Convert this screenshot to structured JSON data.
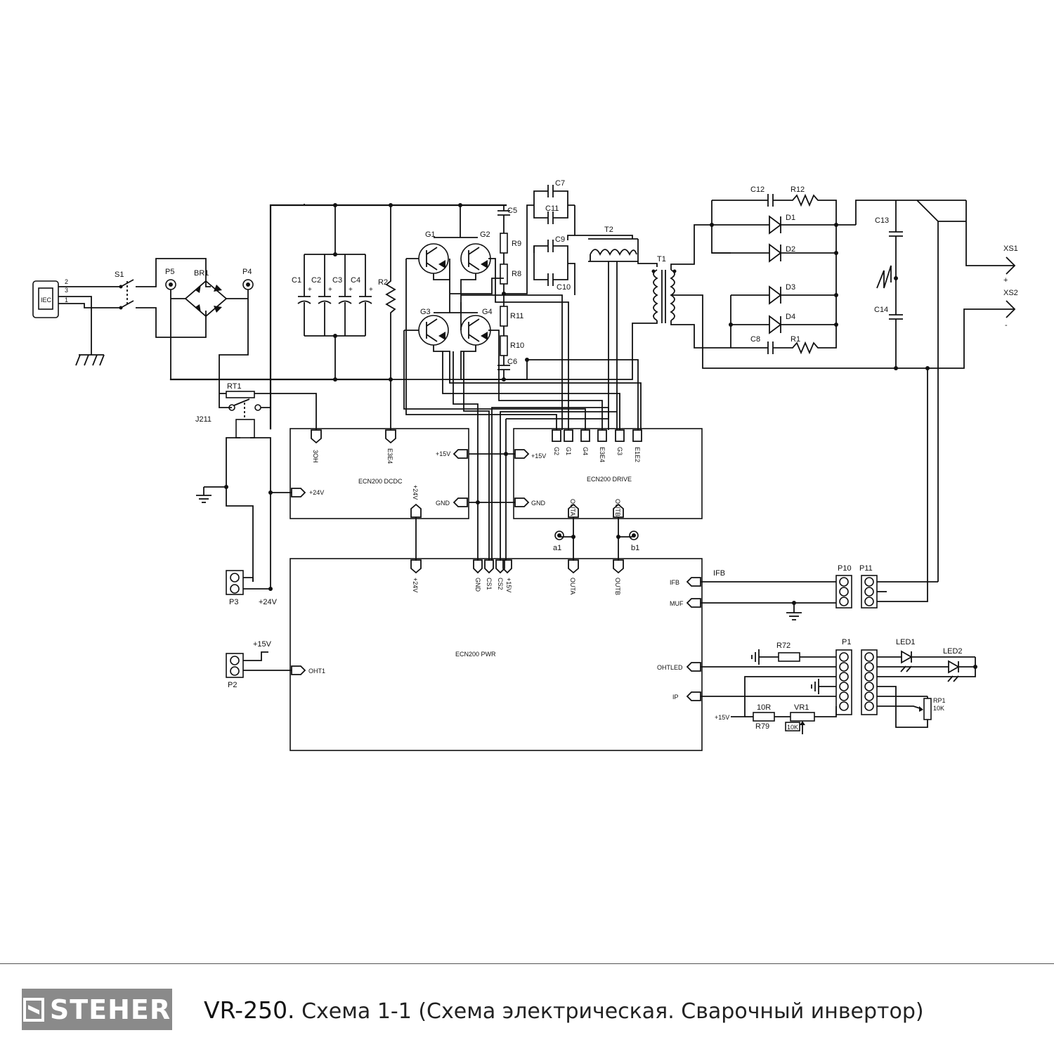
{
  "diagram": {
    "labels": {
      "S1": "S1",
      "P5": "P5",
      "BR1": "BR1",
      "P4": "P4",
      "pin1": "1",
      "pin2": "2",
      "pin3": "3",
      "C1": "C1",
      "C2": "C2",
      "C3": "C3",
      "C4": "C4",
      "R2": "R2",
      "G1": "G1",
      "G2": "G2",
      "G3": "G3",
      "G4": "G4",
      "C5": "C5",
      "R9": "R9",
      "R8": "R8",
      "R11": "R11",
      "R10": "R10",
      "C6": "C6",
      "C7": "C7",
      "C11": "C11",
      "C9": "C9",
      "C10": "C10",
      "T2": "T2",
      "T1": "T1",
      "C12": "C12",
      "R12": "R12",
      "D1": "D1",
      "D2": "D2",
      "D3": "D3",
      "D4": "D4",
      "C8": "C8",
      "R1": "R1",
      "C13": "C13",
      "C14": "C14",
      "XS1": "XS1",
      "XS2": "XS2",
      "plus": "+",
      "minus": "-",
      "RT1": "RT1",
      "J211": "J211",
      "P3": "P3",
      "P3_24V": "+24V",
      "P2": "P2",
      "P2_15V": "+15V",
      "dcdc_title": "ECN200 DCDC",
      "drive_title": "ECN200 DRIVE",
      "pwr_title": "ECN200 PWR",
      "dcdc_pin_oh": "3OH",
      "dcdc_pin_e3e4": "E3E4",
      "dcdc_pin_15v": "+15V",
      "dcdc_pin_gnd": "GND",
      "dcdc_pin_24v_left": "+24V",
      "dcdc_pin_24v_bottom": "+24V",
      "drv_pin_15v": "+15V",
      "drv_pin_gnd": "GND",
      "drv_pin_g2": "G2",
      "drv_pin_g1": "G1",
      "drv_pin_g4": "G4",
      "drv_pin_e3e4": "E3E4",
      "drv_pin_g3": "G3",
      "drv_pin_e1e2": "E1E2",
      "drv_pin_outa": "OUTA",
      "drv_pin_outb": "OUTB",
      "a1": "a1",
      "b1": "b1",
      "pwr_pin_24v": "+24V",
      "pwr_pin_gnd": "GND",
      "pwr_pin_cs1": "CS1",
      "pwr_pin_cs2": "CS2",
      "pwr_pin_15v": "+15V",
      "pwr_pin_outa": "OUTA",
      "pwr_pin_outb": "OUTB",
      "pwr_pin_ifb": "IFB",
      "pwr_pin_muf": "MUF",
      "pwr_pin_oht1": "OHT1",
      "pwr_pin_ohtled": "OHTLED",
      "pwr_pin_ip": "IP",
      "IFB": "IFB",
      "P10": "P10",
      "P11": "P11",
      "R72": "R72",
      "P1": "P1",
      "LED1": "LED1",
      "LED2": "LED2",
      "RP1": "RP1",
      "RP1_val": "10K",
      "R79_val": "10R",
      "VR1": "VR1",
      "VR1_val": "10K",
      "R79": "R79",
      "plus15v": "+15V"
    }
  },
  "footer": {
    "brand": "STEHER",
    "model": "VR-250.",
    "caption": "Схема 1-1 (Схема электрическая. Сварочный инвертор)"
  }
}
